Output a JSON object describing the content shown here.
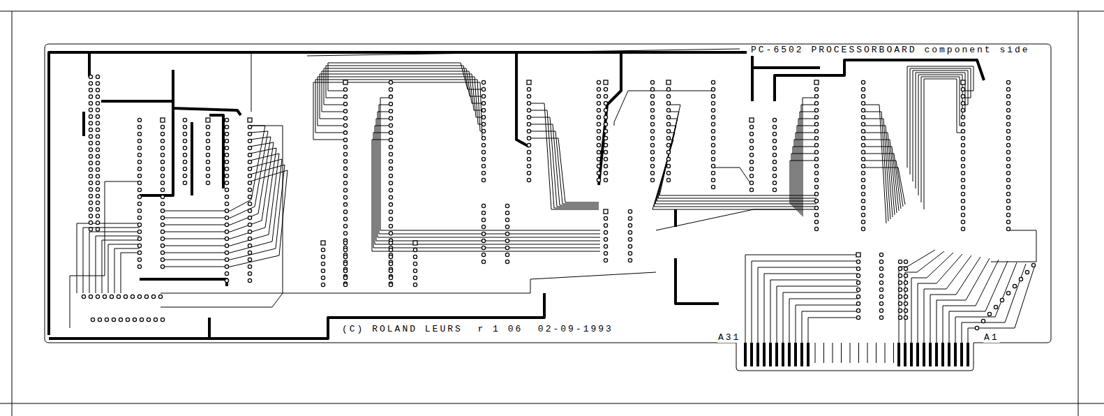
{
  "diagram": {
    "labels": [
      "PC-6502 PROCESSORBOARD component side",
      "(C) ROLAND LEURS  r 1 06  02-09-1993",
      "A31",
      "A1"
    ]
  }
}
